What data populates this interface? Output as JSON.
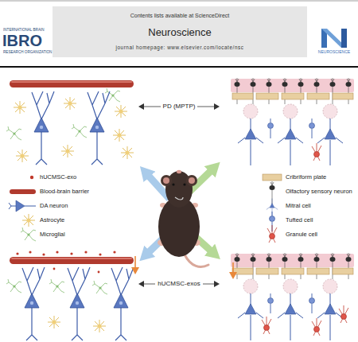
{
  "diagram": {
    "nodes": [
      {
        "text": [
          "Contents lists available at ScienceDirect",
          "Neuroscience",
          "journal homepage: www.elsevier.com/locate/nsc"
        ]
      }
    ],
    "labels": [
      "INTERNATIONAL BRAIN",
      "IBRO",
      "RESEARCH ORGANIZATION",
      "NEUROSCIENCE",
      "PD (MPTP)",
      "hUCMSC-exos"
    ],
    "legend": [
      {
        "text": "hUCMSC-exo"
      },
      {
        "text": "Blood-brain barrier"
      },
      {
        "text": "DA neuron"
      },
      {
        "text": "Astrocyte"
      },
      {
        "text": "Microglial"
      },
      {
        "text": "Cribriform plate"
      },
      {
        "text": "Olfactory sensory neuron"
      },
      {
        "text": "Mitral cell"
      },
      {
        "text": "Tufted cell"
      },
      {
        "text": "Granule cell"
      }
    ]
  }
}
